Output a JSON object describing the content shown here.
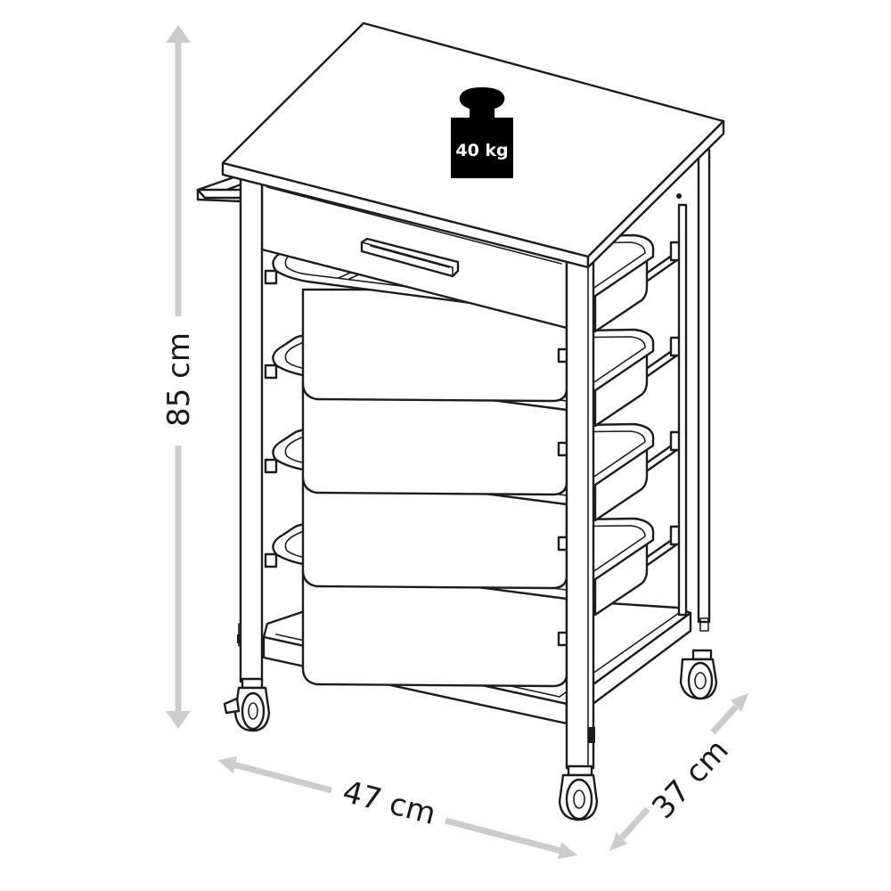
{
  "dimensions": {
    "height": "85 cm",
    "width": "47 cm",
    "depth": "37 cm"
  },
  "weight_badge": {
    "label": "40 kg"
  },
  "colors": {
    "line": "#1c1c1c",
    "dimension_arrow": "#cccccc",
    "weight_fill": "#000000"
  }
}
